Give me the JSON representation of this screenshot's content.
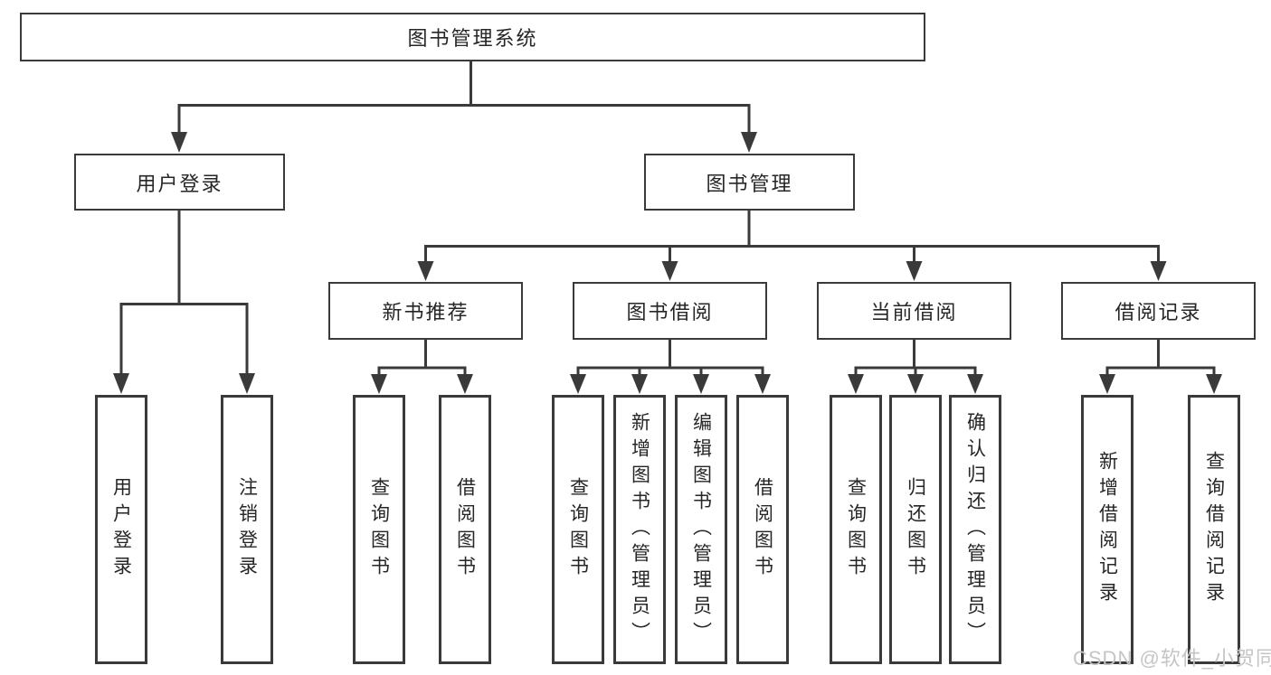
{
  "colors": {
    "line": "#3a3a3a",
    "box_border": "#3a3a3a",
    "text": "#262626",
    "background": "#ffffff",
    "watermark": "#c5c5c5"
  },
  "tree": {
    "root": {
      "label": "图书管理系统",
      "children": [
        {
          "label": "用户登录",
          "children": [
            {
              "label": "用户登录"
            },
            {
              "label": "注销登录"
            }
          ]
        },
        {
          "label": "图书管理",
          "children": [
            {
              "label": "新书推荐",
              "children": [
                {
                  "label": "查询图书"
                },
                {
                  "label": "借阅图书"
                }
              ]
            },
            {
              "label": "图书借阅",
              "children": [
                {
                  "label": "查询图书"
                },
                {
                  "label": "新增图书（管理员）"
                },
                {
                  "label": "编辑图书（管理员）"
                },
                {
                  "label": "借阅图书"
                }
              ]
            },
            {
              "label": "当前借阅",
              "children": [
                {
                  "label": "查询图书"
                },
                {
                  "label": "归还图书"
                },
                {
                  "label": "确认归还（管理员）"
                }
              ]
            },
            {
              "label": "借阅记录",
              "children": [
                {
                  "label": "新增借阅记录"
                },
                {
                  "label": "查询借阅记录"
                }
              ]
            }
          ]
        }
      ]
    }
  },
  "watermark": {
    "text": "CSDN @软件_小贺同学"
  }
}
